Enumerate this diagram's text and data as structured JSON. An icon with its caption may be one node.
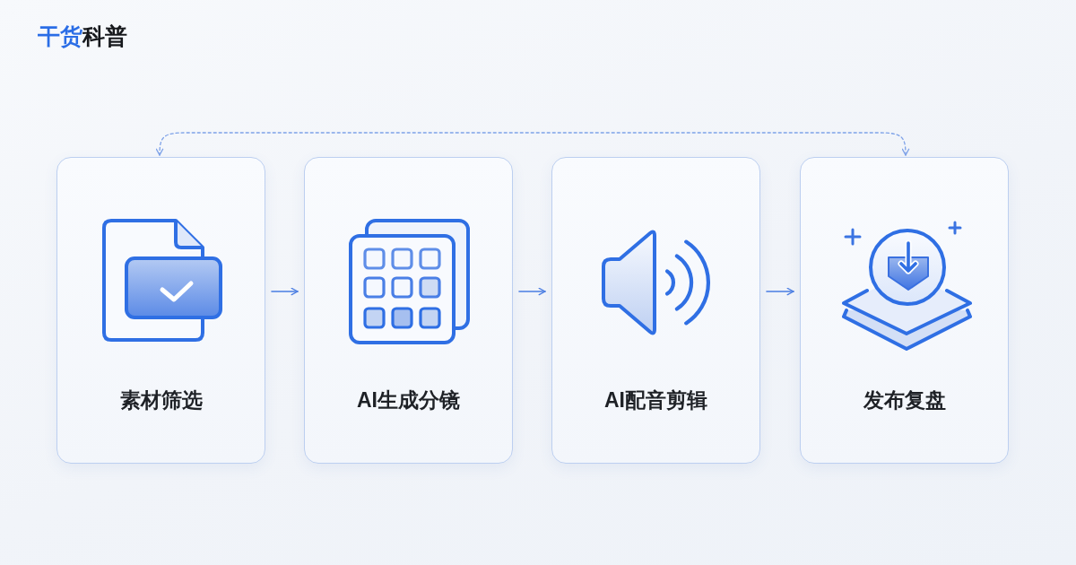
{
  "diagram": {
    "title": "干货科普",
    "nodes": [
      {
        "text": [
          "素材筛选"
        ]
      },
      {
        "text": [
          "AI生成分镜"
        ]
      },
      {
        "text": [
          "AI配音剪辑"
        ]
      },
      {
        "text": [
          "发布复盘"
        ]
      }
    ],
    "edges": [
      {
        "from": 0,
        "to": 1,
        "arrow": "to"
      },
      {
        "from": 1,
        "to": 2,
        "arrow": "to"
      },
      {
        "from": 2,
        "to": 3,
        "arrow": "to"
      },
      {
        "from": 3,
        "to": 0,
        "arrow": "both",
        "style": "dashed"
      }
    ]
  }
}
